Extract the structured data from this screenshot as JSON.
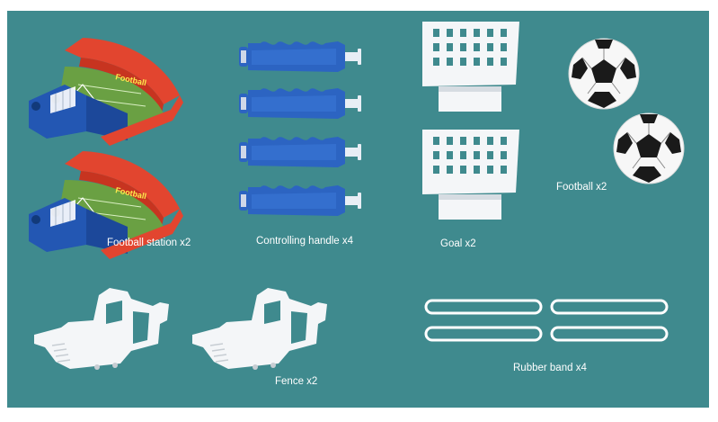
{
  "items": [
    {
      "key": "station",
      "label": "Football station x2",
      "count": 2
    },
    {
      "key": "handle",
      "label": "Controlling handle x4",
      "count": 4
    },
    {
      "key": "goal",
      "label": "Goal x2",
      "count": 2
    },
    {
      "key": "ball",
      "label": "Football x2",
      "count": 2
    },
    {
      "key": "fence",
      "label": "Fence x2",
      "count": 2
    },
    {
      "key": "band",
      "label": "Rubber band x4",
      "count": 4
    }
  ],
  "station_sign": "Football",
  "colors": {
    "background": "#3f8a8e",
    "frame": "#ffffff",
    "station_red": "#e2452f",
    "station_blue": "#2357b3",
    "field_green": "#6aa043",
    "handle_blue": "#2c64c2",
    "white_part": "#f4f6f8",
    "ball_black": "#1a1a1a"
  }
}
